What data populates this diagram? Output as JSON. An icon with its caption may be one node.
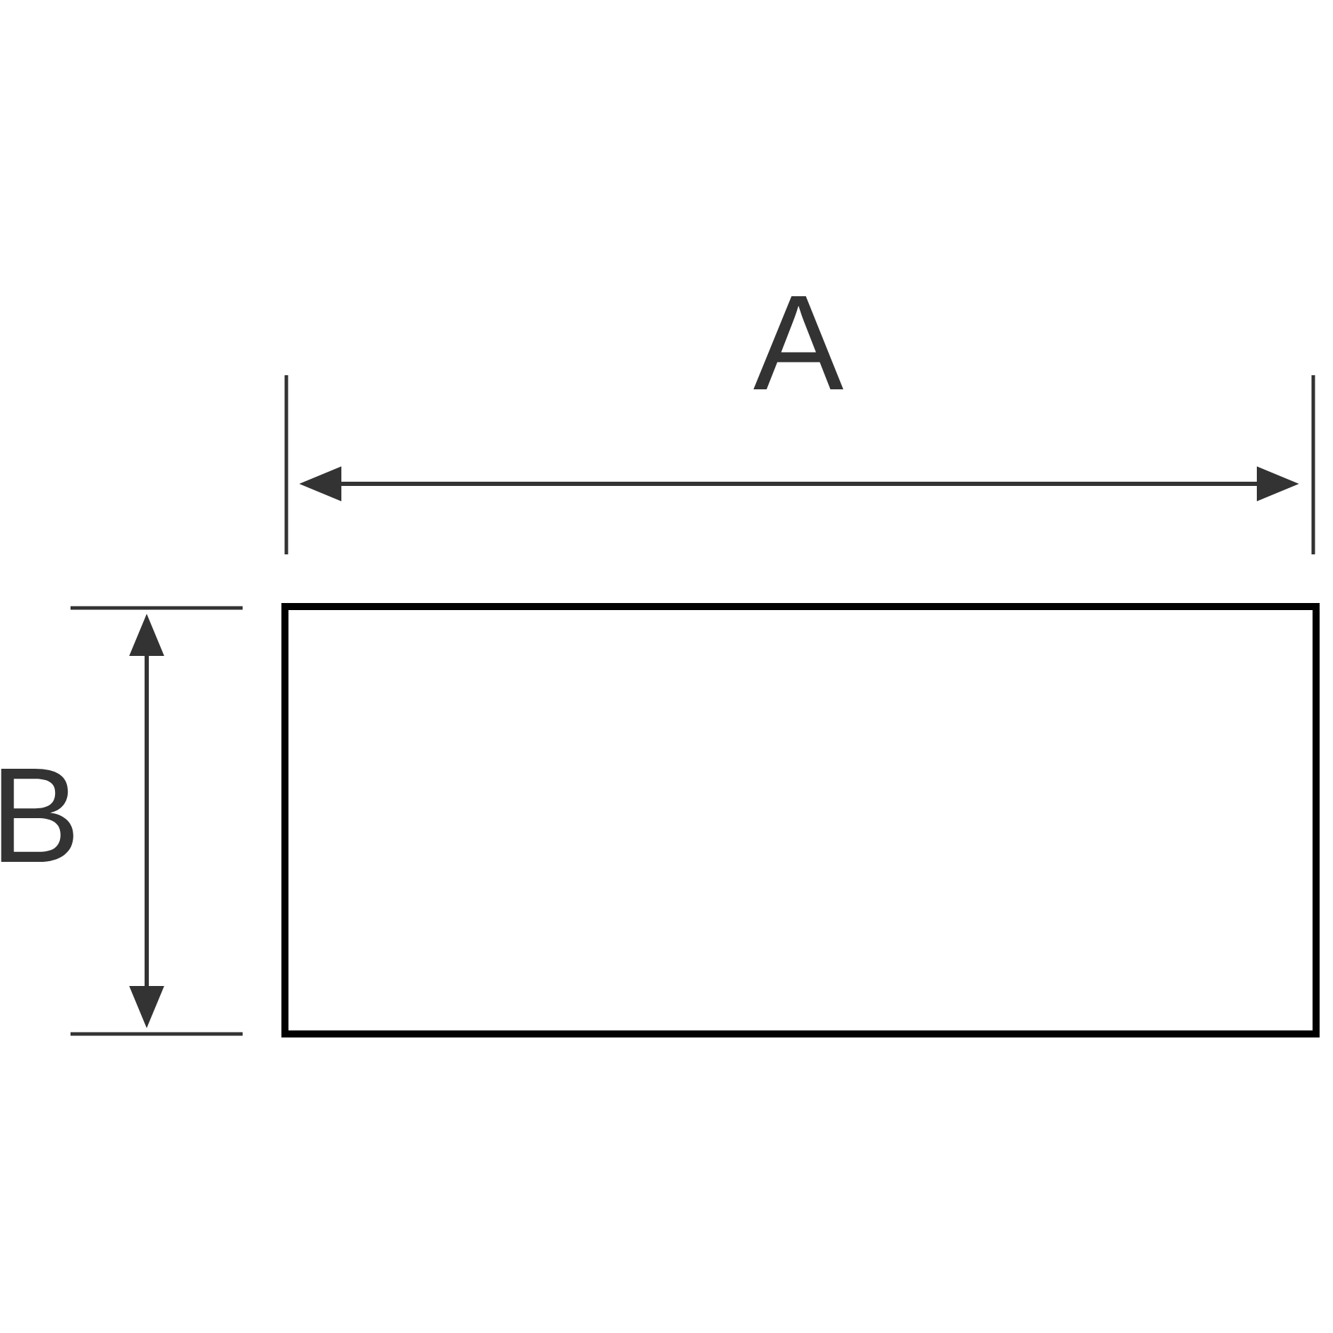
{
  "diagram": {
    "nodes": [
      {
        "text": [],
        "shape": "box"
      }
    ],
    "labels": [
      "A",
      "B"
    ]
  }
}
